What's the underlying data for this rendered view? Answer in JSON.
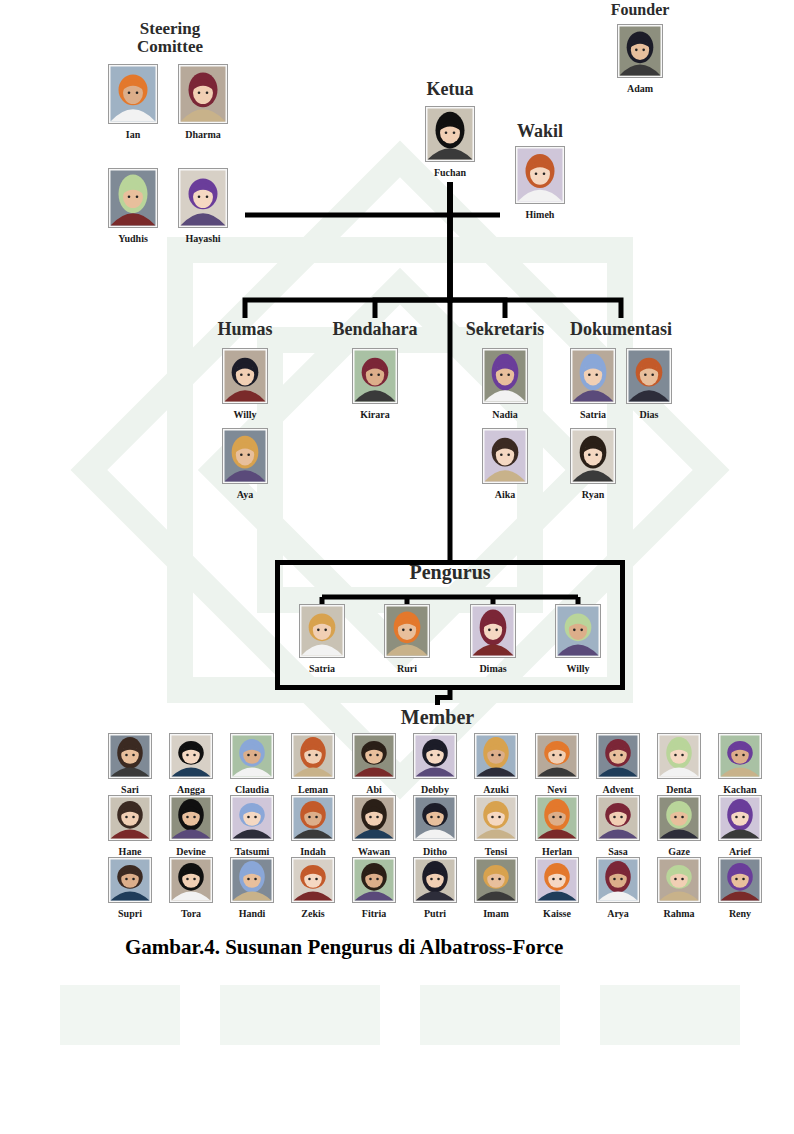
{
  "diagram": {
    "caption": "Gambar.4. Susunan Pengurus di Albatross-Force",
    "nodes": [
      {
        "text": [
          "Founder"
        ]
      },
      {
        "text": [
          "Adam"
        ],
        "in": 0
      },
      {
        "text": [
          "Steering Comittee"
        ]
      },
      {
        "text": [
          "Ian"
        ],
        "in": 2
      },
      {
        "text": [
          "Dharma"
        ],
        "in": 2
      },
      {
        "text": [
          "Yudhis"
        ],
        "in": 2
      },
      {
        "text": [
          "Hayashi"
        ],
        "in": 2
      },
      {
        "text": [
          "Ketua"
        ]
      },
      {
        "text": [
          "Fuchan"
        ],
        "in": 7
      },
      {
        "text": [
          "Wakil"
        ]
      },
      {
        "text": [
          "Himeh"
        ],
        "in": 9
      },
      {
        "text": [
          "Humas"
        ]
      },
      {
        "text": [
          "Willy"
        ],
        "in": 11
      },
      {
        "text": [
          "Aya"
        ],
        "in": 11
      },
      {
        "text": [
          "Bendahara"
        ]
      },
      {
        "text": [
          "Kirara"
        ],
        "in": 14
      },
      {
        "text": [
          "Sekretaris"
        ]
      },
      {
        "text": [
          "Nadia"
        ],
        "in": 16
      },
      {
        "text": [
          "Aika"
        ],
        "in": 16
      },
      {
        "text": [
          "Dokumentasi"
        ]
      },
      {
        "text": [
          "Satria"
        ],
        "in": 19
      },
      {
        "text": [
          "Dias"
        ],
        "in": 19
      },
      {
        "text": [
          "Ryan"
        ],
        "in": 19
      },
      {
        "text": [
          "Pengurus"
        ]
      },
      {
        "text": [
          "Satria"
        ],
        "in": 23
      },
      {
        "text": [
          "Ruri"
        ],
        "in": 23
      },
      {
        "text": [
          "Dimas"
        ],
        "in": 23
      },
      {
        "text": [
          "Willy"
        ],
        "in": 23
      },
      {
        "text": [
          "Member"
        ]
      },
      {
        "text": [
          "Sari"
        ],
        "in": 28
      },
      {
        "text": [
          "Angga"
        ],
        "in": 28
      },
      {
        "text": [
          "Claudia"
        ],
        "in": 28
      },
      {
        "text": [
          "Leman"
        ],
        "in": 28
      },
      {
        "text": [
          "Abi"
        ],
        "in": 28
      },
      {
        "text": [
          "Debby"
        ],
        "in": 28
      },
      {
        "text": [
          "Azuki"
        ],
        "in": 28
      },
      {
        "text": [
          "Nevi"
        ],
        "in": 28
      },
      {
        "text": [
          "Advent"
        ],
        "in": 28
      },
      {
        "text": [
          "Denta"
        ],
        "in": 28
      },
      {
        "text": [
          "Kachan"
        ],
        "in": 28
      },
      {
        "text": [
          "Hane"
        ],
        "in": 28
      },
      {
        "text": [
          "Devine"
        ],
        "in": 28
      },
      {
        "text": [
          "Tatsumi"
        ],
        "in": 28
      },
      {
        "text": [
          "Indah"
        ],
        "in": 28
      },
      {
        "text": [
          "Wawan"
        ],
        "in": 28
      },
      {
        "text": [
          "Ditho"
        ],
        "in": 28
      },
      {
        "text": [
          "Tensi"
        ],
        "in": 28
      },
      {
        "text": [
          "Herlan"
        ],
        "in": 28
      },
      {
        "text": [
          "Sasa"
        ],
        "in": 28
      },
      {
        "text": [
          "Gaze"
        ],
        "in": 28
      },
      {
        "text": [
          "Arief"
        ],
        "in": 28
      },
      {
        "text": [
          "Supri"
        ],
        "in": 28
      },
      {
        "text": [
          "Tora"
        ],
        "in": 28
      },
      {
        "text": [
          "Handi"
        ],
        "in": 28
      },
      {
        "text": [
          "Zekis"
        ],
        "in": 28
      },
      {
        "text": [
          "Fitria"
        ],
        "in": 28
      },
      {
        "text": [
          "Putri"
        ],
        "in": 28
      },
      {
        "text": [
          "Imam"
        ],
        "in": 28
      },
      {
        "text": [
          "Kaisse"
        ],
        "in": 28
      },
      {
        "text": [
          "Arya"
        ],
        "in": 28
      },
      {
        "text": [
          "Rahma"
        ],
        "in": 28
      },
      {
        "text": [
          "Reny"
        ],
        "in": 28
      }
    ],
    "edges": [
      {
        "from": 7,
        "to": 2,
        "arrow": "none"
      },
      {
        "from": 7,
        "to": 9,
        "arrow": "none"
      },
      {
        "from": 7,
        "to": 11,
        "arrow": "none"
      },
      {
        "from": 7,
        "to": 14,
        "arrow": "none"
      },
      {
        "from": 7,
        "to": 16,
        "arrow": "none"
      },
      {
        "from": 7,
        "to": 19,
        "arrow": "none"
      },
      {
        "from": 7,
        "to": 23,
        "arrow": "none"
      },
      {
        "from": 23,
        "to": 28,
        "arrow": "none"
      }
    ]
  }
}
